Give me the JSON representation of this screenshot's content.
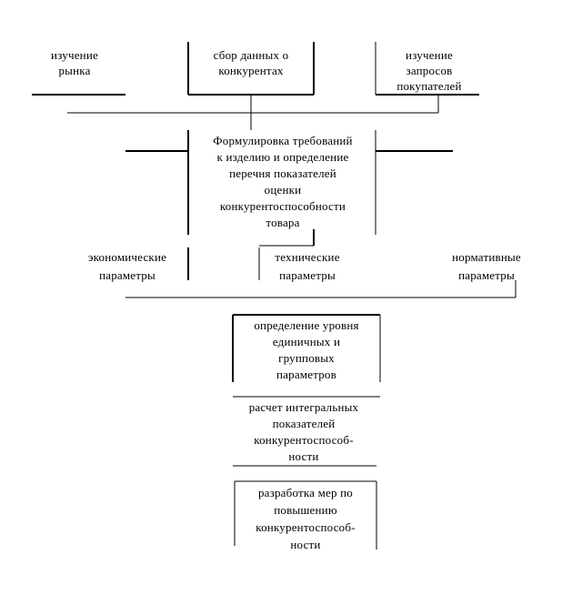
{
  "top_row": {
    "market_study": [
      "изучение",
      "рынка"
    ],
    "competitor_data": [
      "сбор данных о",
      "конкурентах"
    ],
    "customer_requests": [
      "изучение",
      "запросов",
      "покупателей"
    ]
  },
  "requirements_block": [
    "Формулировка требований",
    "к изделию и определение",
    "перечня показателей",
    "оценки",
    "конкурентоспособности",
    "товара"
  ],
  "parameters": {
    "economic": [
      "экономические",
      "параметры"
    ],
    "technical": [
      "технические",
      "параметры"
    ],
    "normative": [
      "нормативные",
      "параметры"
    ]
  },
  "steps": {
    "level_definition": [
      "определение уровня",
      "единичных и",
      "групповых",
      "параметров"
    ],
    "integral_calculation": [
      "расчет интегральных",
      "показателей",
      "конкурентоспособ-",
      "ности"
    ],
    "measures_development": [
      "разработка мер по",
      "повышению",
      "конкурентоспособ-",
      "ности"
    ]
  }
}
